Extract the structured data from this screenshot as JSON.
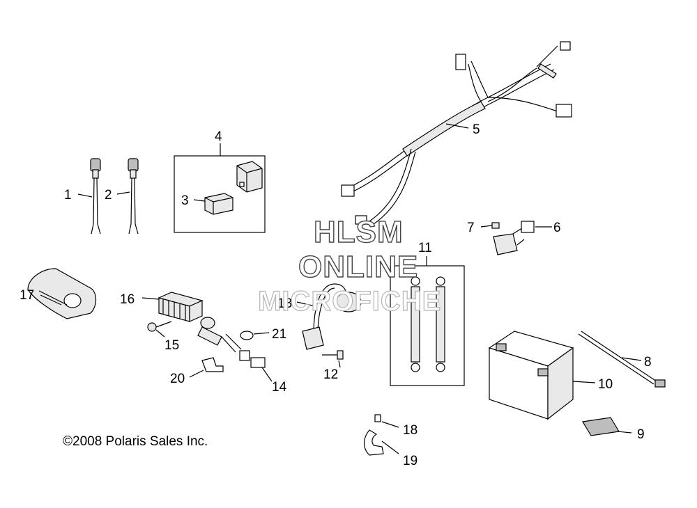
{
  "callouts": {
    "c1": "1",
    "c2": "2",
    "c3": "3",
    "c4": "4",
    "c5": "5",
    "c6": "6",
    "c7": "7",
    "c8": "8",
    "c9": "9",
    "c10": "10",
    "c11": "11",
    "c12": "12",
    "c13": "13",
    "c14": "14",
    "c15": "15",
    "c16": "16",
    "c17": "17",
    "c18": "18",
    "c19": "19",
    "c20": "20",
    "c21": "21"
  },
  "watermark": {
    "line1": "HLSM",
    "line2": "ONLINE",
    "line3": "MICROFICHE"
  },
  "copyright": "©2008 Polaris Sales Inc."
}
